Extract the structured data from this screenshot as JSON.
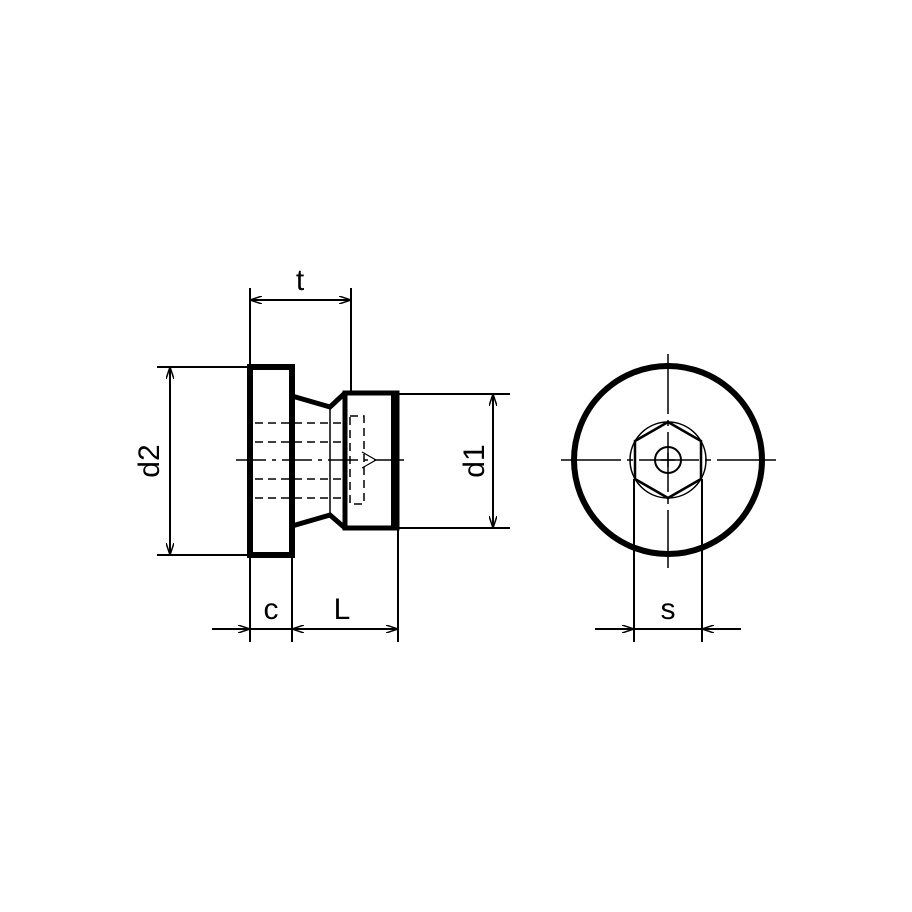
{
  "diagram": {
    "labels": {
      "t": "t",
      "d2": "d2",
      "d1": "d1",
      "c": "c",
      "L": "L",
      "s": "s"
    },
    "colors": {
      "line": "#000000",
      "background": "#ffffff"
    }
  }
}
